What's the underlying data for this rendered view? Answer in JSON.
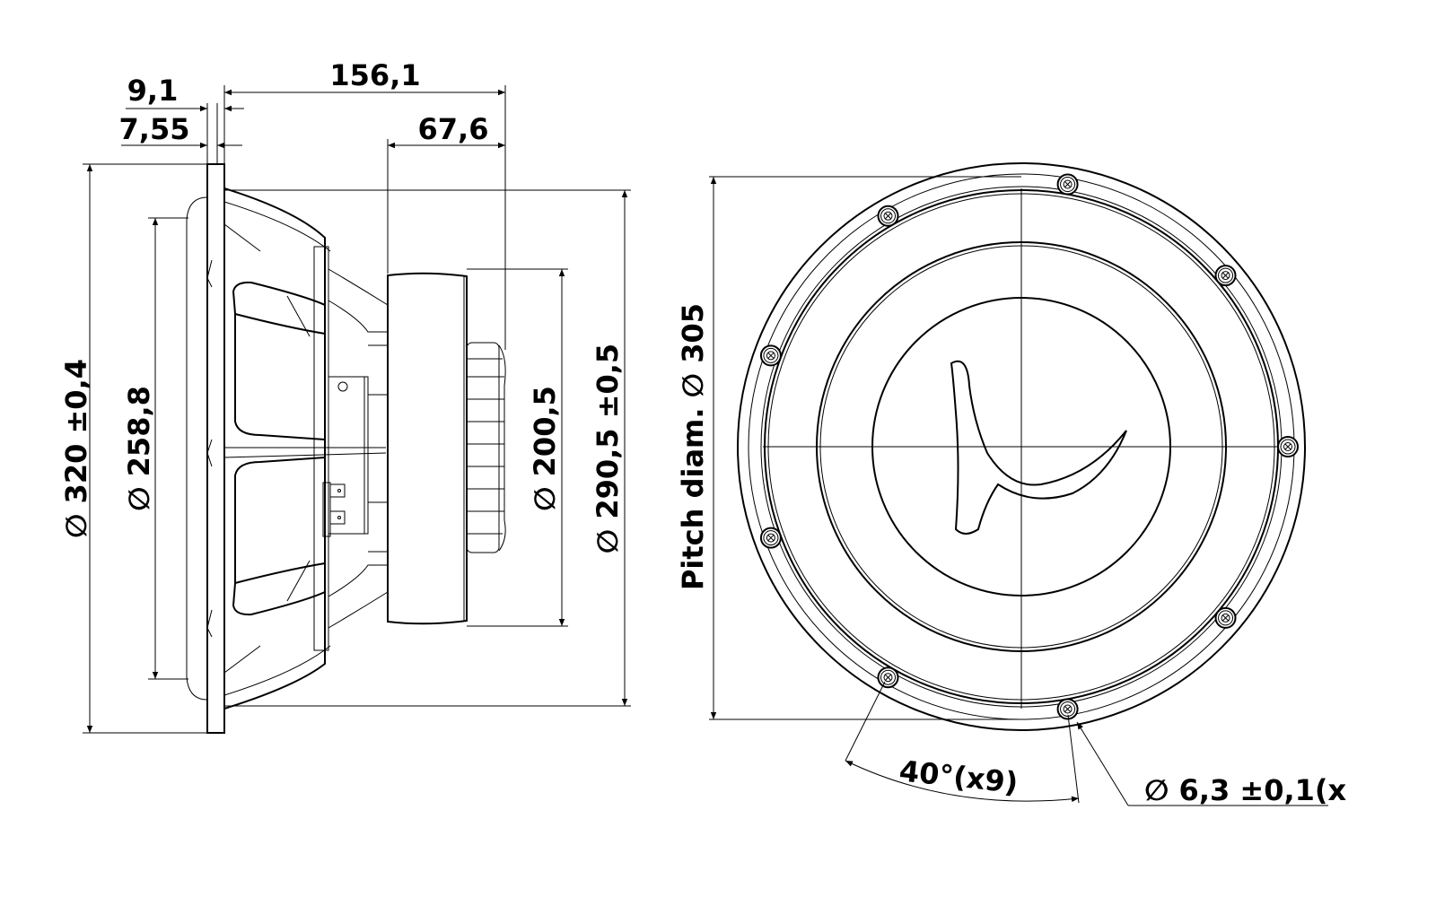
{
  "title": "Loudspeaker driver dimension drawing",
  "side_view": {
    "dim_overall_depth": "156,1",
    "dim_flange_thickness": "9,1",
    "dim_mount_depth": "7,55",
    "dim_magnet_depth": "67,6",
    "dim_outer_diameter": "∅ 320 ±0,4",
    "dim_cutout_diameter": "∅ 258,8",
    "dim_magnet_diameter": "∅ 200,5",
    "dim_baffle_diameter": "∅ 290,5 ±0,5"
  },
  "front_view": {
    "dim_pitch_diameter": "Pitch diam.  ∅ 305",
    "dim_hole_angle": "40°(x9)",
    "dim_hole_diameter": "∅ 6,3 ±0,1(x",
    "hole_count": 9,
    "hole_angle_step_deg": 40
  },
  "colors": {
    "line": "#000000",
    "background": "#ffffff"
  }
}
